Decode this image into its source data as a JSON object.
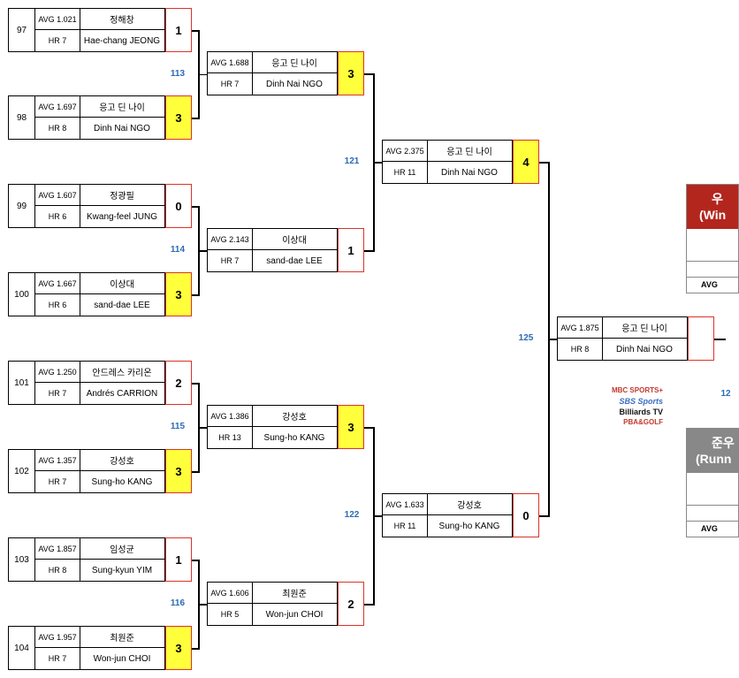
{
  "round1": [
    {
      "match": "97",
      "p1": {
        "seed": "97",
        "avg": "AVG 1.021",
        "hr": "HR 7",
        "kr": "정해창",
        "en": "Hae-chang JEONG",
        "score": "1",
        "win": false
      },
      "p2": {
        "seed": "98",
        "avg": "AVG 1.697",
        "hr": "HR 8",
        "kr": "응고 딘 나이",
        "en": "Dinh Nai NGO",
        "score": "3",
        "win": true
      },
      "label": "113"
    },
    {
      "match": "99",
      "p1": {
        "seed": "99",
        "avg": "AVG 1.607",
        "hr": "HR 6",
        "kr": "정광필",
        "en": "Kwang-feel JUNG",
        "score": "0",
        "win": false
      },
      "p2": {
        "seed": "100",
        "avg": "AVG 1.667",
        "hr": "HR 6",
        "kr": "이상대",
        "en": "sand-dae LEE",
        "score": "3",
        "win": true
      },
      "label": "114"
    },
    {
      "match": "101",
      "p1": {
        "seed": "101",
        "avg": "AVG 1.250",
        "hr": "HR 7",
        "kr": "안드레스 카리온",
        "en": "Andrés CARRION",
        "score": "2",
        "win": false
      },
      "p2": {
        "seed": "102",
        "avg": "AVG 1.357",
        "hr": "HR 7",
        "kr": "강성호",
        "en": "Sung-ho KANG",
        "score": "3",
        "win": true
      },
      "label": "115"
    },
    {
      "match": "103",
      "p1": {
        "seed": "103",
        "avg": "AVG 1.857",
        "hr": "HR 8",
        "kr": "임성균",
        "en": "Sung-kyun YIM",
        "score": "1",
        "win": false
      },
      "p2": {
        "seed": "104",
        "avg": "AVG 1.957",
        "hr": "HR 7",
        "kr": "최원준",
        "en": "Won-jun CHOI",
        "score": "3",
        "win": true
      },
      "label": "116"
    }
  ],
  "round2": [
    {
      "avg": "AVG 1.688",
      "hr": "HR 7",
      "kr": "응고 딘 나이",
      "en": "Dinh Nai NGO",
      "score": "3",
      "win": true
    },
    {
      "avg": "AVG 2.143",
      "hr": "HR 7",
      "kr": "이상대",
      "en": "sand-dae LEE",
      "score": "1",
      "win": false
    },
    {
      "avg": "AVG 1.386",
      "hr": "HR 13",
      "kr": "강성호",
      "en": "Sung-ho KANG",
      "score": "3",
      "win": true
    },
    {
      "avg": "AVG 1.606",
      "hr": "HR 5",
      "kr": "최원준",
      "en": "Won-jun CHOI",
      "score": "2",
      "win": false
    }
  ],
  "round2_labels": [
    "121",
    "122"
  ],
  "round3": [
    {
      "avg": "AVG 2.375",
      "hr": "HR 11",
      "kr": "응고 딘 나이",
      "en": "Dinh Nai NGO",
      "score": "4",
      "win": true
    },
    {
      "avg": "AVG 1.633",
      "hr": "HR 11",
      "kr": "강성호",
      "en": "Sung-ho KANG",
      "score": "0",
      "win": false
    }
  ],
  "round3_label": "125",
  "round4": {
    "avg": "AVG 1.875",
    "hr": "HR 8",
    "kr": "응고 딘 나이",
    "en": "Dinh Nai NGO",
    "score": ""
  },
  "partial_label": "12",
  "winner_box": {
    "title": "우",
    "subtitle": "(Win",
    "avg_label": "AVG",
    "color": "#b3261e"
  },
  "runnerup_box": {
    "title": "준우",
    "subtitle": "(Runn",
    "avg_label": "AVG",
    "color": "#888888"
  },
  "broadcasters": {
    "mbc": "MBC SPORTS+",
    "sbs": "SBS Sports",
    "billiards": "Billiards TV",
    "pba": "PBA&GOLF"
  },
  "colors": {
    "win_fill": "#ffff3c",
    "score_border": "#d9342b",
    "label_blue": "#2a6bb5"
  }
}
